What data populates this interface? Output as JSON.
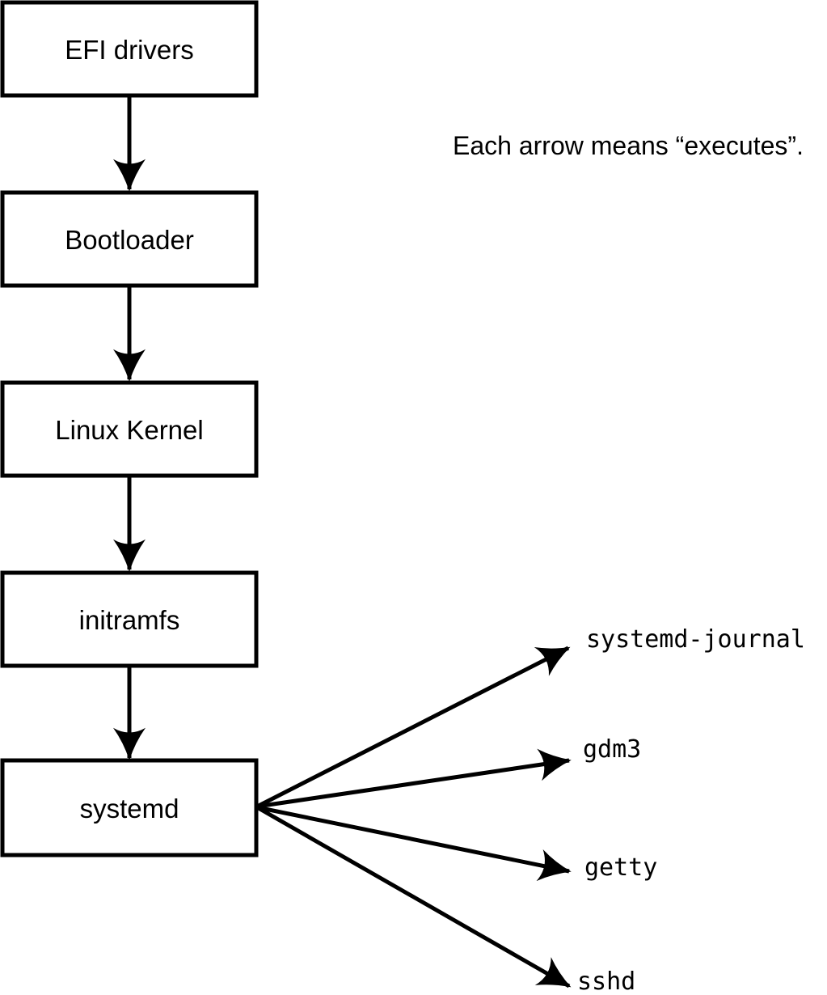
{
  "page": {
    "background_color": "#ffffff"
  },
  "diagram": {
    "note": "Each arrow means “executes”.",
    "stroke_color": "#000000",
    "text_color": "#000000",
    "boot_chain": [
      {
        "label": "EFI drivers"
      },
      {
        "label": "Bootloader"
      },
      {
        "label": "Linux Kernel"
      },
      {
        "label": "initramfs"
      },
      {
        "label": "systemd"
      }
    ],
    "spawned_services": [
      {
        "label": "systemd-journal"
      },
      {
        "label": "gdm3"
      },
      {
        "label": "getty"
      },
      {
        "label": "sshd"
      }
    ]
  }
}
